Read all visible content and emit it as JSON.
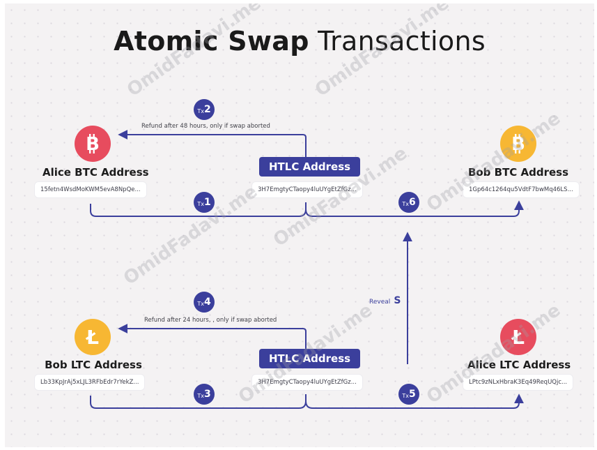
{
  "title": {
    "bold": "Atomic Swap",
    "light": "Transactions"
  },
  "colors": {
    "accent": "#3b3f9c",
    "btc_red": "#e74c5e",
    "gold": "#f7b733"
  },
  "watermark": "OmidFadavi.me",
  "nodes": {
    "alice_btc": {
      "label": "Alice BTC Address",
      "address": "15fetn4WsdMoKWM5evA8NpQe...",
      "icon": "bitcoin-icon"
    },
    "bob_btc": {
      "label": "Bob BTC Address",
      "address": "1Gp64c1264qu5VdtF7bwMq46LS...",
      "icon": "bitcoin-icon"
    },
    "htlc_top": {
      "label": "HTLC Address",
      "address": "3H7EmgtyCTaopy4luUYgEtZfGz..."
    },
    "htlc_bottom": {
      "label": "HTLC Address",
      "address": "3H7EmgtyCTaopy4luUYgEtZfGz..."
    },
    "bob_ltc": {
      "label": "Bob LTC Address",
      "address": "Lb33KpJrAj5xLJL3RFbEdr7rYekZ...",
      "icon": "litecoin-icon"
    },
    "alice_ltc": {
      "label": "Alice LTC Address",
      "address": "LPtc9zNLxHbraK3Eq49ReqUQjc...",
      "icon": "litecoin-icon"
    }
  },
  "transactions": {
    "tx1": {
      "prefix": "Tx",
      "num": "1"
    },
    "tx2": {
      "prefix": "Tx",
      "num": "2"
    },
    "tx3": {
      "prefix": "Tx",
      "num": "3"
    },
    "tx4": {
      "prefix": "Tx",
      "num": "4"
    },
    "tx5": {
      "prefix": "Tx",
      "num": "5"
    },
    "tx6": {
      "prefix": "Tx",
      "num": "6"
    }
  },
  "notes": {
    "refund_btc": "Refund after 48 hours, only if swap aborted",
    "refund_ltc": "Refund after 24 hours, , only if swap aborted",
    "reveal_prefix": "Reveal",
    "reveal_secret": "S"
  }
}
